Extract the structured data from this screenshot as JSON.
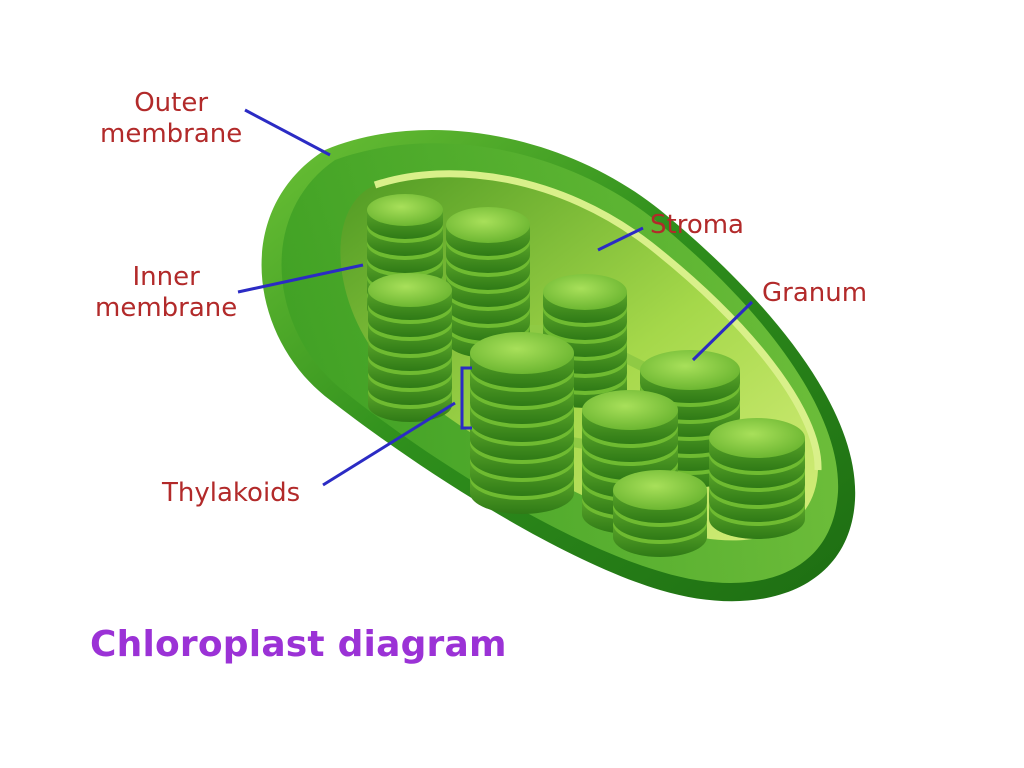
{
  "diagram": {
    "title": "Chloroplast diagram",
    "labels": {
      "outer_membrane": "Outer\nmembrane",
      "stroma": "Stroma",
      "inner_membrane": "Inner\nmembrane",
      "granum": "Granum",
      "thylakoids": "Thylakoids"
    },
    "colors": {
      "label_text": "#b22a2a",
      "title_text": "#9b32d6",
      "leader_line": "#2b2bc4",
      "outer_shell": "#2f8f1c",
      "inner_wall": "#b9e25a",
      "granum_light": "#8ed43a",
      "granum_dark": "#3d8c1d"
    }
  }
}
